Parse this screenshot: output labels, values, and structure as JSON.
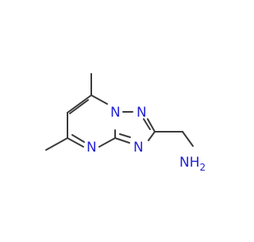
{
  "molecule": {
    "atoms": {
      "n1": "N",
      "n2": "N",
      "n3": "N",
      "n4": "N",
      "amine": "NH",
      "amine_sub": "2"
    },
    "colors": {
      "bond": "#3a3a3a",
      "nitrogen": "#2323d6",
      "background": "#ffffff"
    }
  }
}
